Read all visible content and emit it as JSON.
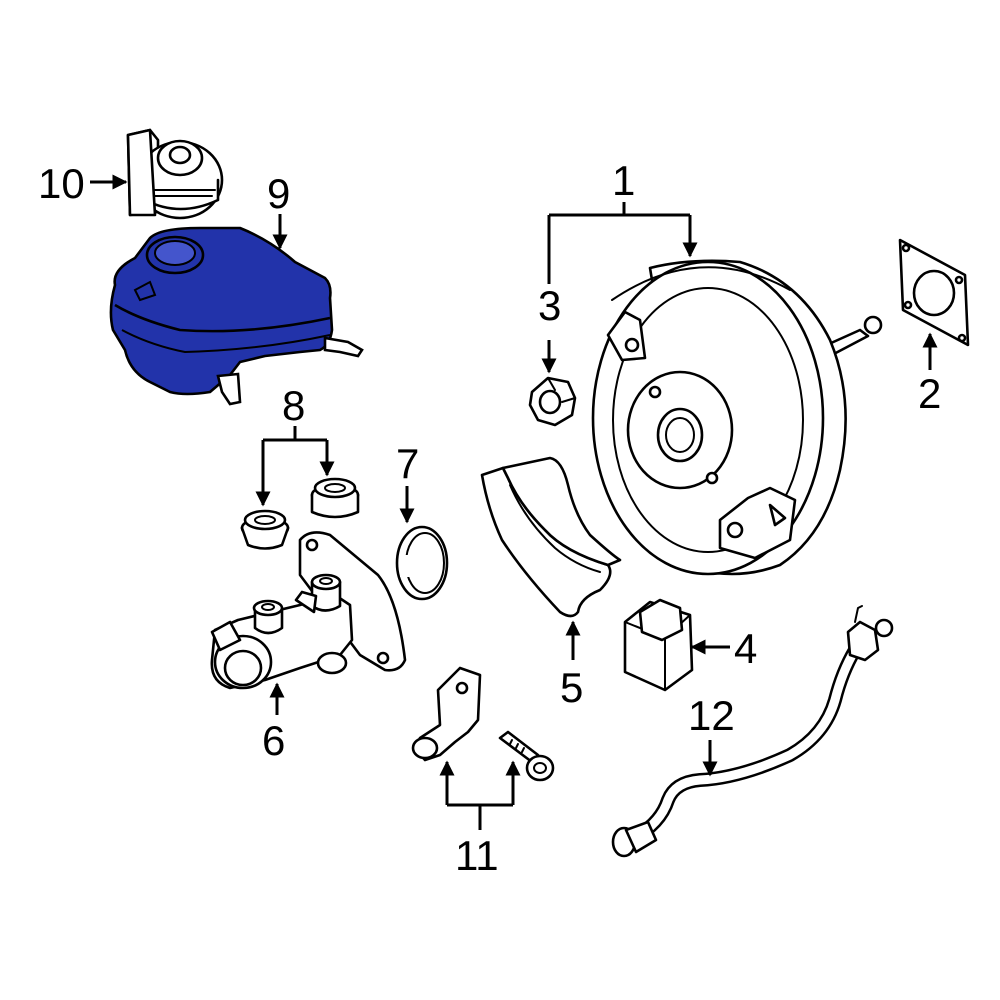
{
  "labels": {
    "booster": "1",
    "gasket": "2",
    "nut": "3",
    "sensor": "4",
    "bracket": "5",
    "master_cylinder": "6",
    "seal_ring": "7",
    "grommets": "8",
    "reservoir": "9",
    "reservoir_cap": "10",
    "sensor_and_bolt": "11",
    "vacuum_hose": "12"
  },
  "colors": {
    "highlight_fill": "#2233aa",
    "outline": "#000000",
    "background": "#ffffff"
  }
}
